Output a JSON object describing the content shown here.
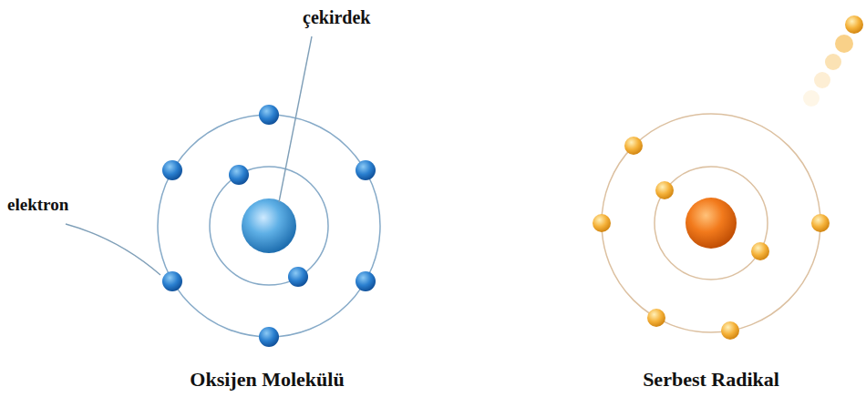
{
  "diagram": {
    "labels": [
      "çekirdek",
      "elektron",
      "Oksijen Molekülü",
      "Serbest Radikal"
    ]
  }
}
